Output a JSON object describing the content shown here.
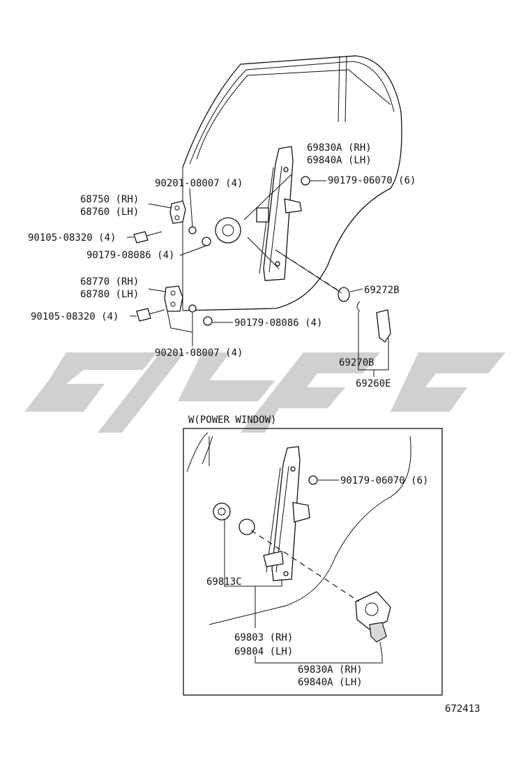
{
  "diagram": {
    "top_labels": {
      "regulator_rh": "69830A (RH)",
      "regulator_lh": "69840A (LH)",
      "nut_top": "90179-06070 (6)",
      "washer_upper": "90201-08007 (4)",
      "upper_hinge_rh": "68750 (RH)",
      "upper_hinge_lh": "68760 (LH)",
      "bolt_upper": "90105-08320 (4)",
      "nut_upper": "90179-08086 (4)",
      "lower_hinge_rh": "68770 (RH)",
      "lower_hinge_lh": "68780 (LH)",
      "bolt_lower": "90105-08320 (4)",
      "nut_lower": "90179-08086 (4)",
      "washer_lower": "90201-08007 (4)",
      "seat": "69272B",
      "clip": "69270B",
      "handle": "69260E"
    },
    "power_window": {
      "title": "W(POWER WINDOW)",
      "nut": "90179-06070 (6)",
      "cover": "69813C",
      "regulator_rh": "69803 (RH)",
      "regulator_lh": "69804 (LH)",
      "motor_rh": "69830A (RH)",
      "motor_lh": "69840A (LH)"
    },
    "figure_number": "672413"
  }
}
